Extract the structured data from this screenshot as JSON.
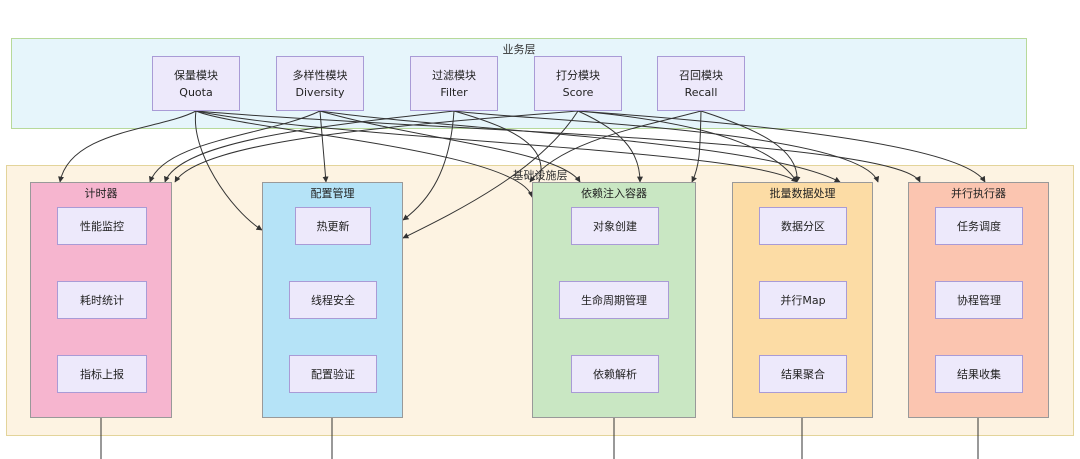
{
  "business_layer": {
    "title": "业务层"
  },
  "infra_layer": {
    "title": "基础设施层"
  },
  "modules": [
    {
      "zh": "保量模块",
      "en": "Quota"
    },
    {
      "zh": "多样性模块",
      "en": "Diversity"
    },
    {
      "zh": "过滤模块",
      "en": "Filter"
    },
    {
      "zh": "打分模块",
      "en": "Score"
    },
    {
      "zh": "召回模块",
      "en": "Recall"
    }
  ],
  "groups": [
    {
      "title": "计时器",
      "color": "#f6b5cf",
      "items": [
        "性能监控",
        "耗时统计",
        "指标上报"
      ]
    },
    {
      "title": "配置管理",
      "color": "#b5e3f7",
      "items": [
        "热更新",
        "线程安全",
        "配置验证"
      ]
    },
    {
      "title": "依赖注入容器",
      "color": "#c9e7c3",
      "items": [
        "对象创建",
        "生命周期管理",
        "依赖解析"
      ]
    },
    {
      "title": "批量数据处理",
      "color": "#fcdca5",
      "items": [
        "数据分区",
        "并行Map",
        "结果聚合"
      ]
    },
    {
      "title": "并行执行器",
      "color": "#fbc5b0",
      "items": [
        "任务调度",
        "协程管理",
        "结果收集"
      ]
    }
  ]
}
